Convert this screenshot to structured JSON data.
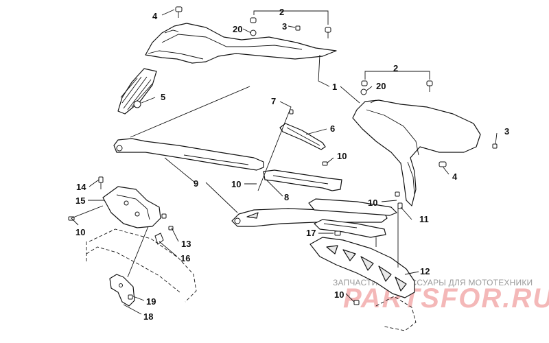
{
  "callouts": {
    "c1": "1",
    "c2a": "2",
    "c2b": "2",
    "c3a": "3",
    "c3b": "3",
    "c4a": "4",
    "c4b": "4",
    "c5": "5",
    "c6": "6",
    "c7": "7",
    "c8": "8",
    "c9": "9",
    "c10a": "10",
    "c10b": "10",
    "c10c": "10",
    "c10d": "10",
    "c10e": "10",
    "c11": "11",
    "c12": "12",
    "c13": "13",
    "c14": "14",
    "c15": "15",
    "c16": "16",
    "c17": "17",
    "c18": "18",
    "c19": "19",
    "c20a": "20",
    "c20b": "20"
  },
  "watermark": {
    "tagline": "ЗАПЧАСТИ И АКСЕССУАРЫ ДЛЯ МОТОТЕХНИКИ",
    "logo": "PARTSFOR.RU"
  },
  "colors": {
    "line": "#111111",
    "watermark_logo": "#f4b8b8",
    "watermark_text": "#9a9a9a"
  }
}
